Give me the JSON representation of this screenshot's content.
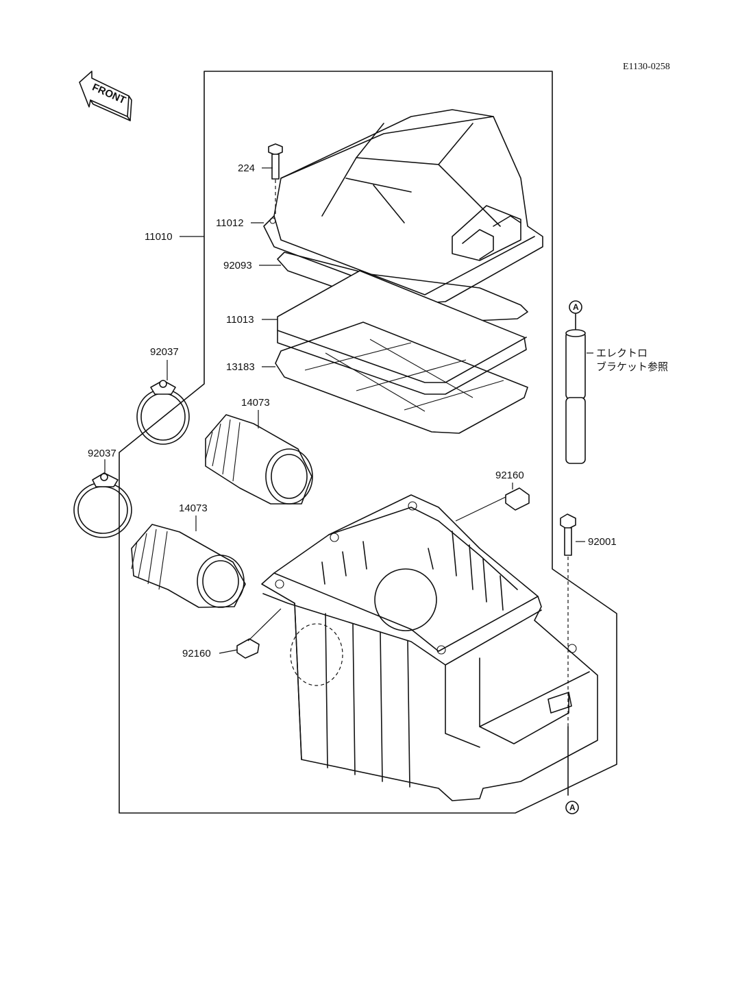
{
  "document": {
    "code": "E1130-0258",
    "front_label": "FRONT"
  },
  "callouts": [
    {
      "id": "c224",
      "number": "224"
    },
    {
      "id": "c11012",
      "number": "11012"
    },
    {
      "id": "c11010",
      "number": "11010"
    },
    {
      "id": "c92093",
      "number": "92093"
    },
    {
      "id": "c11013",
      "number": "11013"
    },
    {
      "id": "c13183",
      "number": "13183"
    },
    {
      "id": "c92037a",
      "number": "92037"
    },
    {
      "id": "c14073a",
      "number": "14073"
    },
    {
      "id": "c92037b",
      "number": "92037"
    },
    {
      "id": "c14073b",
      "number": "14073"
    },
    {
      "id": "c92160a",
      "number": "92160"
    },
    {
      "id": "c92001",
      "number": "92001"
    },
    {
      "id": "c92160b",
      "number": "92160"
    }
  ],
  "references": {
    "top": "A",
    "bottom": "A"
  },
  "note": {
    "line1": "エレクトロ",
    "line2": "ブラケット参照"
  }
}
